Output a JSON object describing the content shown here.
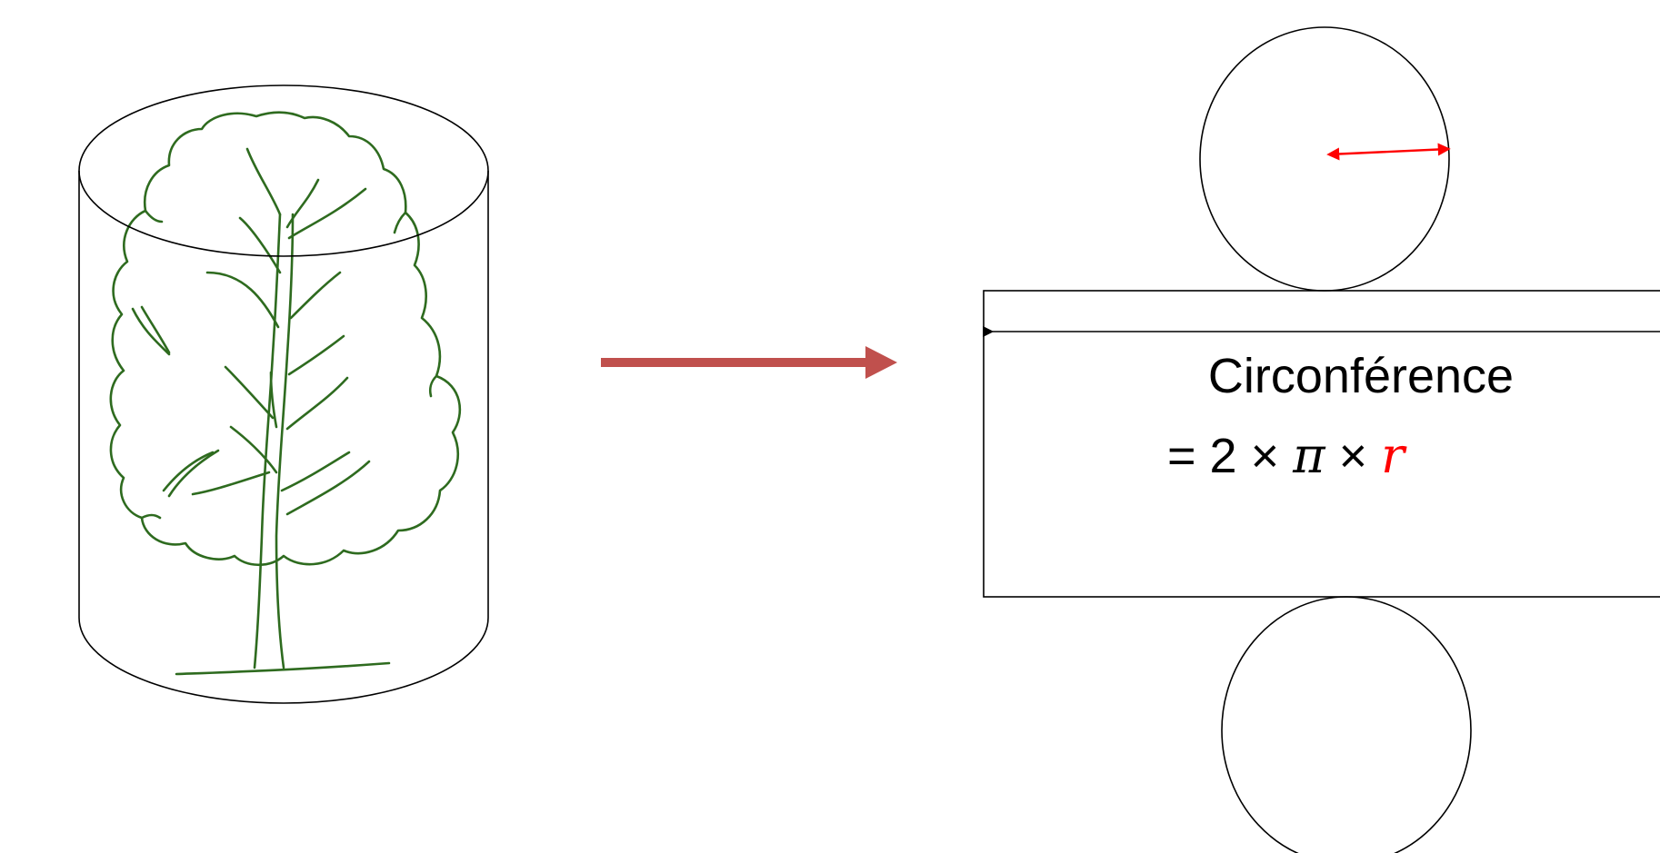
{
  "colors": {
    "background": "#ffffff",
    "outline": "#000000",
    "tree": "#2e6b1f",
    "transition_arrow": "#c0504d",
    "radius_arrow": "#ff0000",
    "radius_symbol": "#ff0000"
  },
  "icons": {
    "tree": "tree-sketch-icon",
    "transition": "right-arrow-icon"
  },
  "net": {
    "label": "Circonférence",
    "formula": {
      "prefix": "= 2 × ",
      "pi": "π",
      "times": " × ",
      "radius_symbol": "r"
    }
  }
}
